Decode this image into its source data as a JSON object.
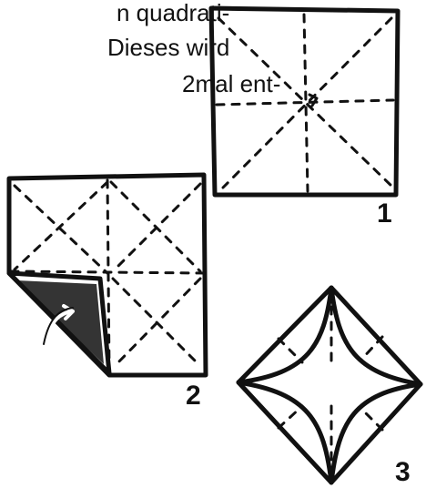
{
  "text": {
    "line1": "n quadrati-",
    "line2": "Dieses wird",
    "line3": "2mal ent-"
  },
  "steps": [
    "1",
    "2",
    "3"
  ],
  "colors": {
    "ink": "#111111",
    "paper": "#ffffff"
  }
}
